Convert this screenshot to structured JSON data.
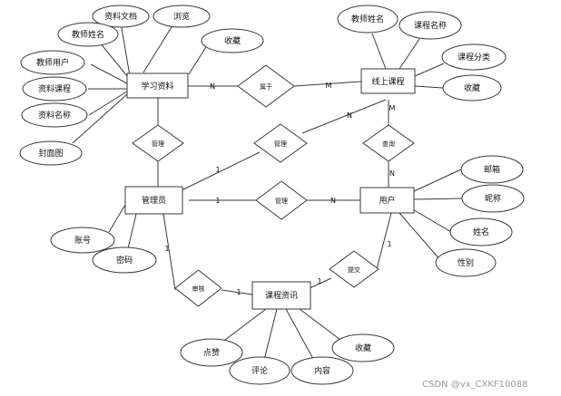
{
  "entities": {
    "study_material": "学习资料",
    "online_course": "线上课程",
    "admin": "管理员",
    "user": "用户",
    "course_info": "课程资讯"
  },
  "relationships": {
    "belongs_to": "属于",
    "manage_material": "管理",
    "manage_course": "管理",
    "manage_user": "管理",
    "query": "查询",
    "review": "审核",
    "submit": "提交"
  },
  "attributes": {
    "study_material": [
      "资料文档",
      "浏览",
      "教师姓名",
      "收藏",
      "教师用户",
      "资料课程",
      "资料名称",
      "封面图"
    ],
    "online_course": [
      "教师姓名",
      "课程名称",
      "课程分类",
      "收藏"
    ],
    "user": [
      "邮箱",
      "昵称",
      "姓名",
      "性别"
    ],
    "admin": [
      "账号",
      "密码"
    ],
    "course_info": [
      "点赞",
      "评论",
      "内容",
      "收藏"
    ]
  },
  "cardinalities": {
    "material_belongs": "N",
    "course_belongs": "M",
    "admin_manage_course": "1",
    "manage_course_n": "N",
    "course_query": "M",
    "user_query": "N",
    "admin_manage_user": "1",
    "manage_user_n": "N",
    "admin_review": "1",
    "review_info": "1",
    "info_submit": "1",
    "user_submit": "1"
  },
  "watermark": "CSDN @vx_CXKF10088"
}
